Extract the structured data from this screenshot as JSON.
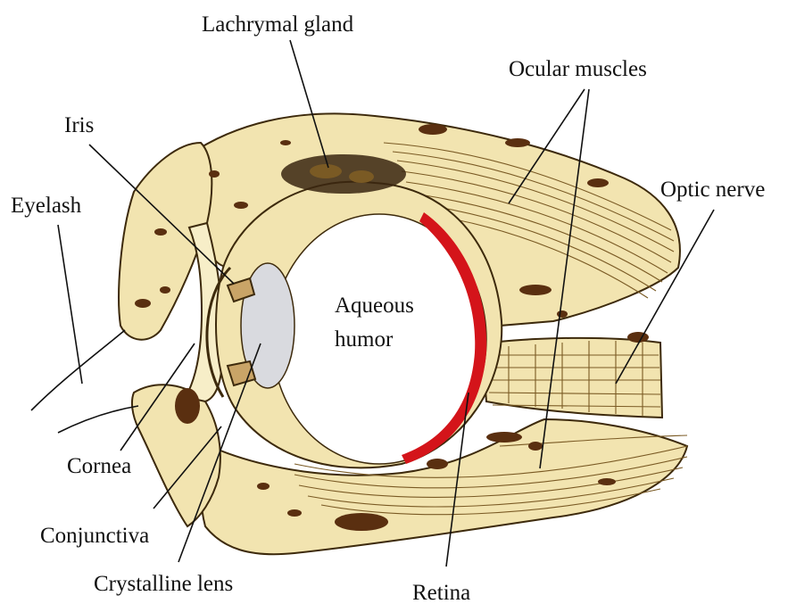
{
  "labels": {
    "lachrymal_gland": "Lachrymal gland",
    "ocular_muscles": "Ocular muscles",
    "iris": "Iris",
    "optic_nerve": "Optic nerve",
    "eyelash": "Eyelash",
    "aqueous_humor_line1": "Aqueous",
    "aqueous_humor_line2": "humor",
    "cornea": "Cornea",
    "conjunctiva": "Conjunctiva",
    "crystalline_lens": "Crystalline lens",
    "retina": "Retina"
  },
  "colors": {
    "tissue": "#f2e4b0",
    "tissue_light": "#f7eec8",
    "outline": "#3d2a0c",
    "retina": "#d4141a",
    "lens": "#d9dadf",
    "gland": "#3a2610",
    "background": "#ffffff"
  }
}
